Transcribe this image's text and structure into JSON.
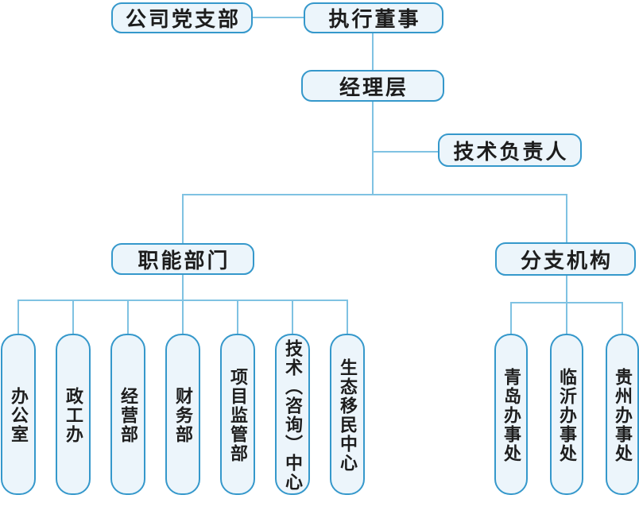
{
  "diagram": {
    "type": "org-chart",
    "colors": {
      "box_border": "#3598cb",
      "box_fill": "#ecf5fb",
      "connector": "#7fc2e2",
      "text": "#1d1d1d",
      "background": "#ffffff"
    },
    "nodes": {
      "party_branch": "公司党支部",
      "executive_director": "执行董事",
      "management_level": "经理层",
      "technical_lead": "技术负责人",
      "functional_departments": "职能部门",
      "branch_offices": "分支机构"
    },
    "departments": [
      "办公室",
      "政工办",
      "经营部",
      "财务部",
      "项目监管部",
      "技术（咨询）中心",
      "生态移民中心"
    ],
    "branches": [
      "青岛办事处",
      "临沂办事处",
      "贵州办事处"
    ],
    "edges": [
      {
        "from": "公司党支部",
        "to": "执行董事"
      },
      {
        "from": "执行董事",
        "to": "经理层"
      },
      {
        "from": "经理层",
        "to": "技术负责人"
      },
      {
        "from": "经理层",
        "to": "职能部门"
      },
      {
        "from": "经理层",
        "to": "分支机构"
      },
      {
        "from": "职能部门",
        "to": [
          "办公室",
          "政工办",
          "经营部",
          "财务部",
          "项目监管部",
          "技术（咨询）中心",
          "生态移民中心"
        ]
      },
      {
        "from": "分支机构",
        "to": [
          "青岛办事处",
          "临沂办事处",
          "贵州办事处"
        ]
      }
    ]
  }
}
